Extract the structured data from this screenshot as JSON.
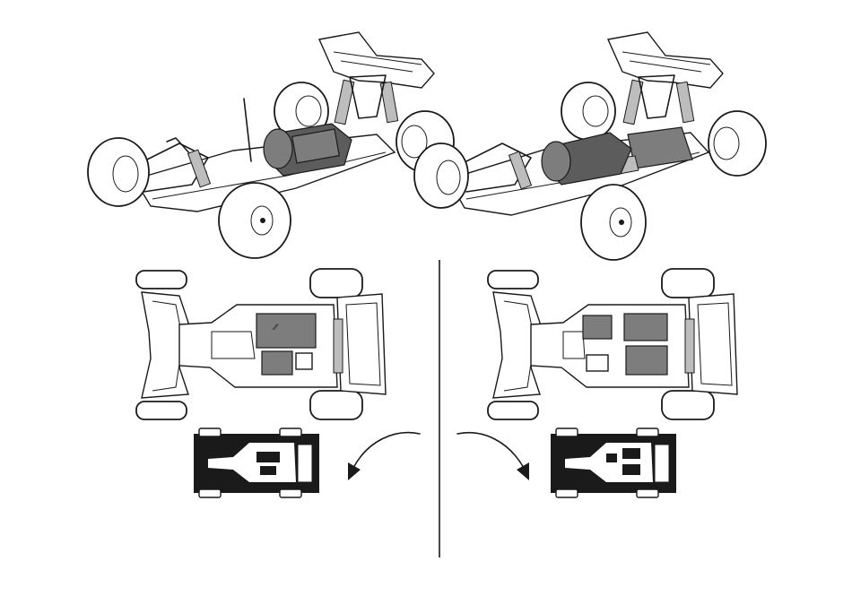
{
  "diagram": {
    "panels": [
      {
        "id": "left",
        "layout": "rear-motor",
        "rotation_hint": "counter-clockwise"
      },
      {
        "id": "right",
        "layout": "mid-motor",
        "rotation_hint": "clockwise"
      }
    ],
    "colors": {
      "ink": "#1a1a1a",
      "component_fill": "#7d7d7d",
      "background": "#ffffff"
    }
  }
}
